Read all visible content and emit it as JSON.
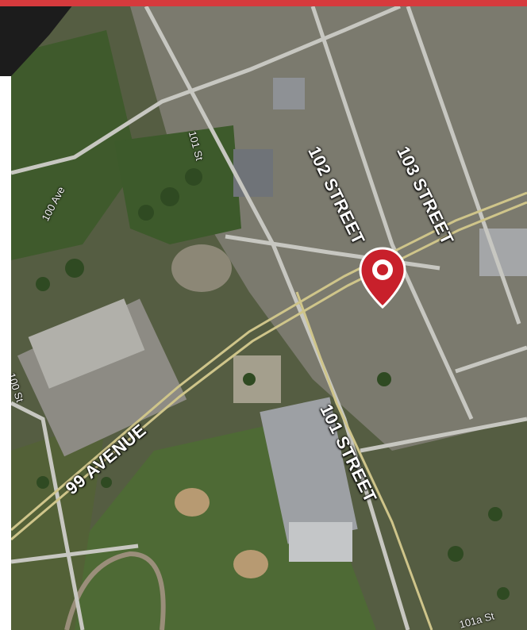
{
  "map": {
    "labels": {
      "street_102": "102 STREET",
      "street_103": "103 STREET",
      "street_101": "101 STREET",
      "avenue_99": "99 AVENUE"
    },
    "small_labels": {
      "ave_100": "100 Ave",
      "st_101_top": "101 St",
      "st_100": "100 St",
      "st_101a": "101a St"
    },
    "pin_color": "#c8202b",
    "accent_color": "#d63a3d"
  }
}
